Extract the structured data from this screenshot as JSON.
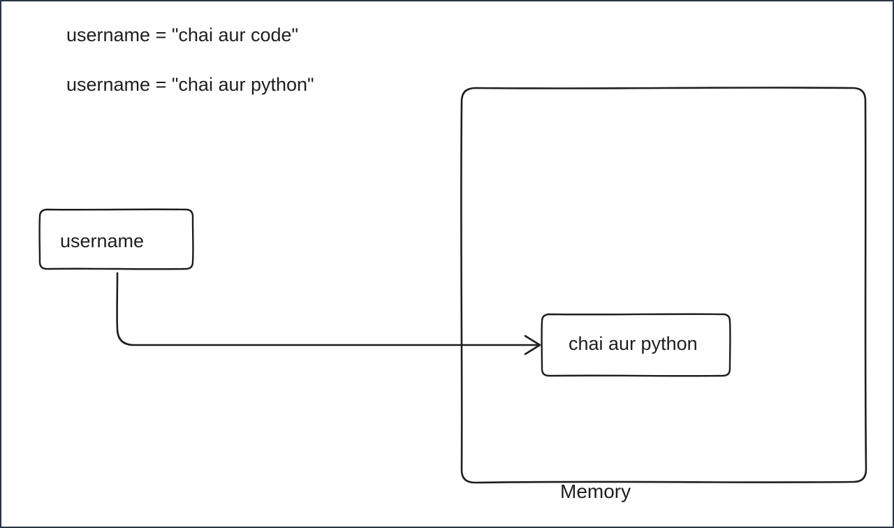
{
  "code": {
    "line1": "username = \"chai aur code\"",
    "line2": "username = \"chai aur python\""
  },
  "variable_box": {
    "label": "username"
  },
  "memory": {
    "label": "Memory",
    "value_box": {
      "label": "chai aur python"
    }
  },
  "colors": {
    "stroke": "#1e1e1e",
    "frame": "#2b3445",
    "background": "#ffffff"
  }
}
